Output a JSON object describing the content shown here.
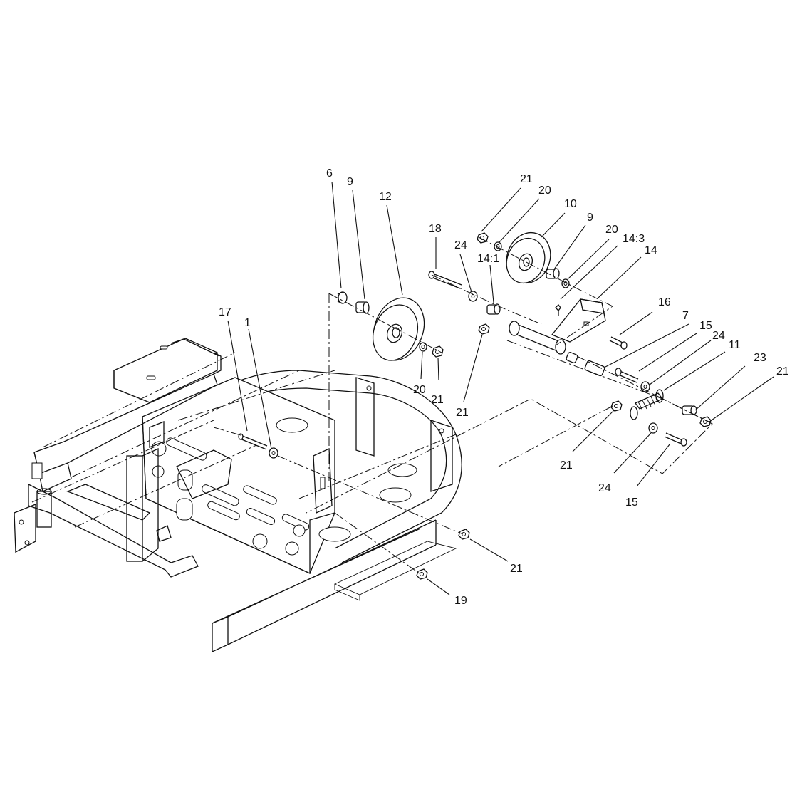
{
  "callouts": [
    {
      "id": "c-6",
      "text": "6"
    },
    {
      "id": "c-9a",
      "text": "9"
    },
    {
      "id": "c-12",
      "text": "12"
    },
    {
      "id": "c-17",
      "text": "17"
    },
    {
      "id": "c-1",
      "text": "1"
    },
    {
      "id": "c-20a",
      "text": "20"
    },
    {
      "id": "c-21a",
      "text": "21"
    },
    {
      "id": "c-21b",
      "text": "21"
    },
    {
      "id": "c-18",
      "text": "18"
    },
    {
      "id": "c-24a",
      "text": "24"
    },
    {
      "id": "c-14-1",
      "text": "14:1"
    },
    {
      "id": "c-21c",
      "text": "21"
    },
    {
      "id": "c-20b",
      "text": "20"
    },
    {
      "id": "c-10",
      "text": "10"
    },
    {
      "id": "c-9b",
      "text": "9"
    },
    {
      "id": "c-20c",
      "text": "20"
    },
    {
      "id": "c-14-3",
      "text": "14:3"
    },
    {
      "id": "c-14",
      "text": "14"
    },
    {
      "id": "c-16",
      "text": "16"
    },
    {
      "id": "c-7",
      "text": "7"
    },
    {
      "id": "c-15a",
      "text": "15"
    },
    {
      "id": "c-24b",
      "text": "24"
    },
    {
      "id": "c-11",
      "text": "11"
    },
    {
      "id": "c-23",
      "text": "23"
    },
    {
      "id": "c-21d",
      "text": "21"
    },
    {
      "id": "c-21e",
      "text": "21"
    },
    {
      "id": "c-24c",
      "text": "24"
    },
    {
      "id": "c-15b",
      "text": "15"
    },
    {
      "id": "c-21f",
      "text": "21"
    },
    {
      "id": "c-19",
      "text": "19"
    }
  ]
}
